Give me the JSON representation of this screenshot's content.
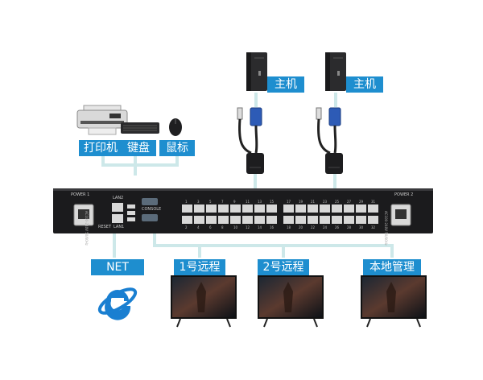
{
  "labels": {
    "printer": "打印机",
    "keyboard": "键盘",
    "mouse": "鼠标",
    "host_1": "主机",
    "host_2": "主机",
    "net": "NET",
    "remote_1": "1号远程",
    "remote_2": "2号远程",
    "local_admin": "本地管理"
  },
  "device": {
    "power_1": "POWER 1",
    "power_2": "POWER 2",
    "lan2": "LAN2",
    "lan1": "LAN1",
    "reset": "RESET",
    "console": "CONSOLE",
    "voltage": "AC100-240V 50/60Hz",
    "port_numbers_top": [
      "1",
      "3",
      "5",
      "7",
      "9",
      "11",
      "13",
      "15",
      "17",
      "19",
      "21",
      "23",
      "25",
      "27",
      "29",
      "31"
    ],
    "port_numbers_bottom": [
      "2",
      "4",
      "6",
      "8",
      "10",
      "12",
      "14",
      "16",
      "18",
      "20",
      "22",
      "24",
      "26",
      "28",
      "30",
      "32"
    ]
  },
  "colors": {
    "accent": "#1e8ecf",
    "line": "#cde8e9",
    "chassis": "#1b1b1d",
    "port": "#d8d8d8"
  },
  "icons": [
    "printer-icon",
    "keyboard-icon",
    "mouse-icon",
    "pc-tower-icon",
    "vga-adapter-icon",
    "ie-browser-icon",
    "monitor-icon"
  ]
}
